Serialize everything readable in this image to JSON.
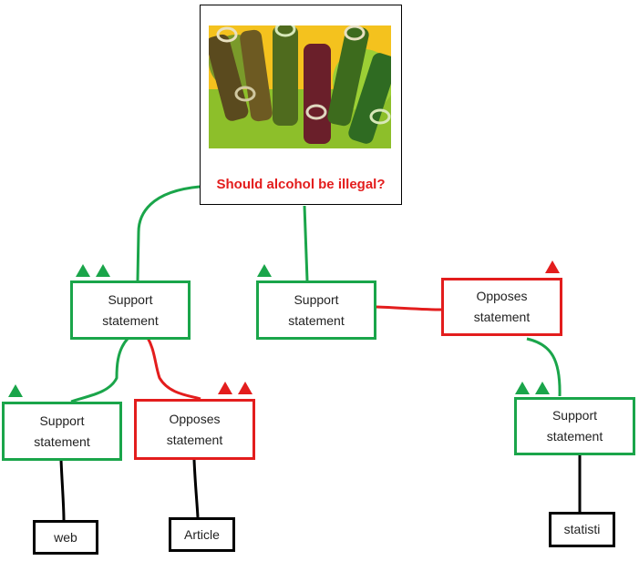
{
  "question": "Should alcohol be illegal?",
  "nodes": {
    "a": "Support\nstatement",
    "b": "Support\nstatement",
    "c": "Opposes\nstatement",
    "d": "Support\nstatement",
    "e": "Opposes\nstatement",
    "f": "Support\nstatement"
  },
  "sources": {
    "web": "web",
    "article": "Article",
    "stat": "statisti"
  },
  "colors": {
    "support": "#1aa54a",
    "oppose": "#e31d1d",
    "source": "#000000"
  }
}
